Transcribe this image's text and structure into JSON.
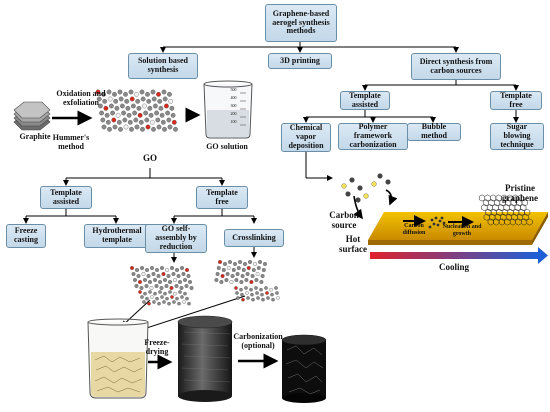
{
  "root": "Graphene-based aerogel synthesis methods",
  "methods": {
    "solution": "Solution based synthesis",
    "printing": "3D printing",
    "direct": "Direct synthesis from carbon sources"
  },
  "direct_branches": {
    "template_assisted": "Template assisted",
    "template_free": "Template free",
    "cvd": "Chemical vapor deposition",
    "polymer": "Polymer framework carbonization",
    "bubble": "Bubble method",
    "sugar": "Sugar blowing technique"
  },
  "solution_branches": {
    "template_assisted": "Template assisted",
    "template_free": "Template free",
    "freeze": "Freeze casting",
    "hydrothermal": "Hydrothermal template",
    "go_self_assembly": "GO self-assembly by reduction",
    "crosslinking": "Crosslinking"
  },
  "labels": {
    "graphite": "Graphite",
    "oxidation": "Oxidation and exfoliation",
    "hummers": "Hummer's method",
    "go": "GO",
    "go_solution": "GO solution",
    "freeze_drying": "Freeze-drying",
    "carbonization": "Carbonization (optional)"
  },
  "beaker_ticks": [
    "500",
    "400",
    "300",
    "200",
    "100"
  ],
  "cvd_panel": {
    "carbon_source": "Carbon source",
    "hot_surface": "Hot surface",
    "carbon_diffusion": "Carbon diffusion",
    "nucleation": "Nucleation and growth",
    "pristine": "Pristine graphene",
    "cooling": "Cooling"
  },
  "colors": {
    "box_fill": "#cfe0ee",
    "box_border": "#6b8fa8",
    "hot_surface": "#e0a800",
    "cooling_start": "#e0202a",
    "cooling_end": "#1f5fd6"
  }
}
